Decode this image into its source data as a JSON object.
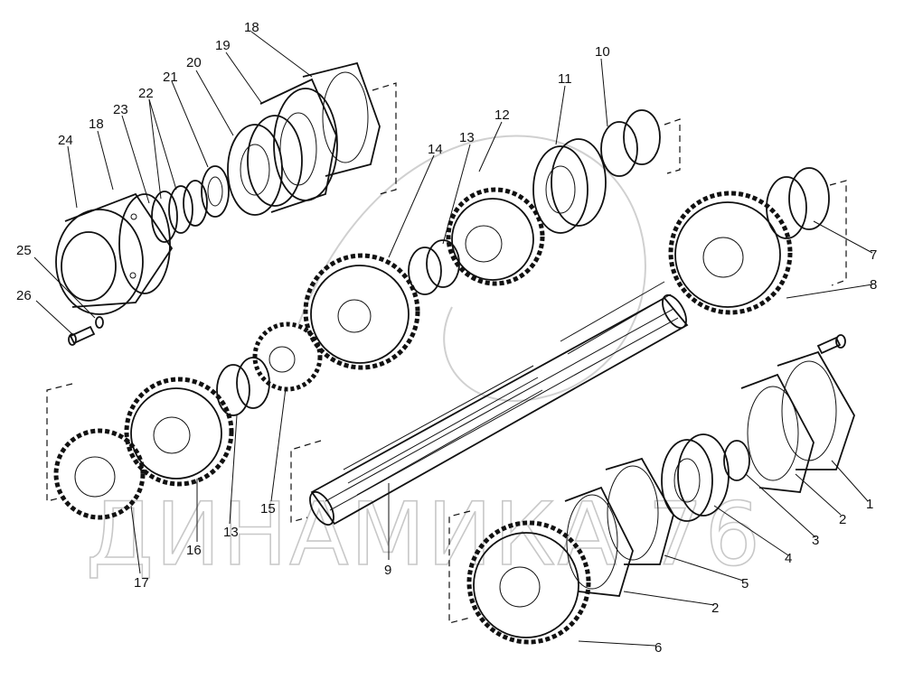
{
  "watermark": {
    "text": "ДИНАМИКА 76"
  },
  "callouts": [
    {
      "key": "c1",
      "text": "1"
    },
    {
      "key": "c2a",
      "text": "2"
    },
    {
      "key": "c2b",
      "text": "2"
    },
    {
      "key": "c3",
      "text": "3"
    },
    {
      "key": "c4",
      "text": "4"
    },
    {
      "key": "c5",
      "text": "5"
    },
    {
      "key": "c6",
      "text": "6"
    },
    {
      "key": "c7",
      "text": "7"
    },
    {
      "key": "c8",
      "text": "8"
    },
    {
      "key": "c9",
      "text": "9"
    },
    {
      "key": "c10",
      "text": "10"
    },
    {
      "key": "c11",
      "text": "11"
    },
    {
      "key": "c12",
      "text": "12"
    },
    {
      "key": "c13a",
      "text": "13"
    },
    {
      "key": "c13b",
      "text": "13"
    },
    {
      "key": "c14",
      "text": "14"
    },
    {
      "key": "c15",
      "text": "15"
    },
    {
      "key": "c16",
      "text": "16"
    },
    {
      "key": "c17",
      "text": "17"
    },
    {
      "key": "c18a",
      "text": "18"
    },
    {
      "key": "c18b",
      "text": "18"
    },
    {
      "key": "c19",
      "text": "19"
    },
    {
      "key": "c20",
      "text": "20"
    },
    {
      "key": "c21",
      "text": "21"
    },
    {
      "key": "c22",
      "text": "22"
    },
    {
      "key": "c23",
      "text": "23"
    },
    {
      "key": "c24",
      "text": "24"
    },
    {
      "key": "c25",
      "text": "25"
    },
    {
      "key": "c26",
      "text": "26"
    }
  ]
}
